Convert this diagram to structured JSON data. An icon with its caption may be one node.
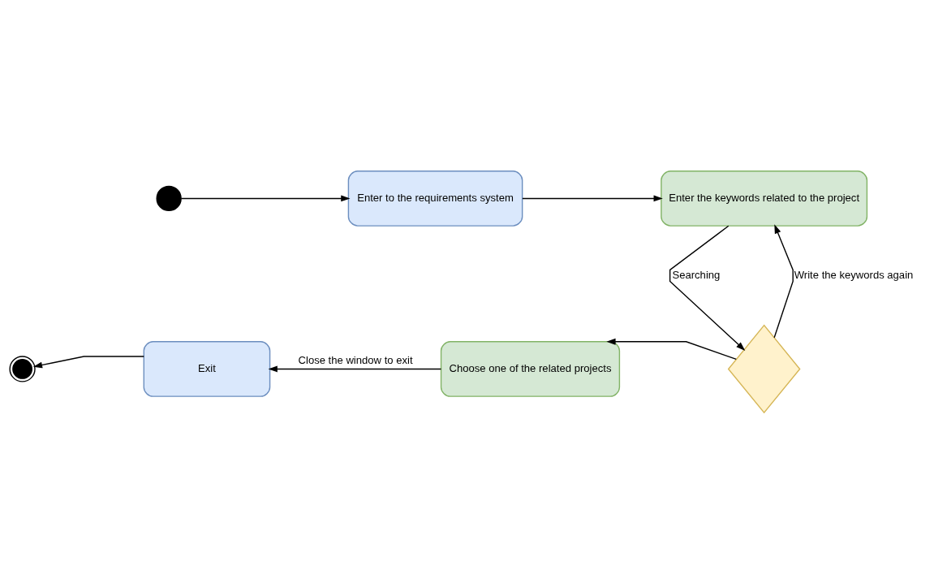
{
  "diagram": {
    "nodes": [
      {
        "text": [],
        "shape": "circle"
      },
      {
        "text": [
          "Enter to the requirements system"
        ]
      },
      {
        "text": [
          "Enter the keywords related to the project"
        ]
      },
      {
        "text": [],
        "shape": "diamond"
      },
      {
        "text": [
          "Choose one of the related projects"
        ]
      },
      {
        "text": [
          "Exit"
        ]
      },
      {
        "text": [],
        "shape": "circle"
      }
    ],
    "edges": [
      {
        "from": 0,
        "to": 1,
        "arrow": "to"
      },
      {
        "from": 1,
        "to": 2,
        "arrow": "to"
      },
      {
        "from": 2,
        "to": 3,
        "arrow": "to",
        "label": "Searching"
      },
      {
        "from": 3,
        "to": 2,
        "arrow": "to",
        "label": "Write the keywords again"
      },
      {
        "from": 3,
        "to": 4,
        "arrow": "to"
      },
      {
        "from": 4,
        "to": 5,
        "arrow": "to",
        "label": "Close the window to exit"
      },
      {
        "from": 5,
        "to": 6,
        "arrow": "to"
      }
    ]
  }
}
